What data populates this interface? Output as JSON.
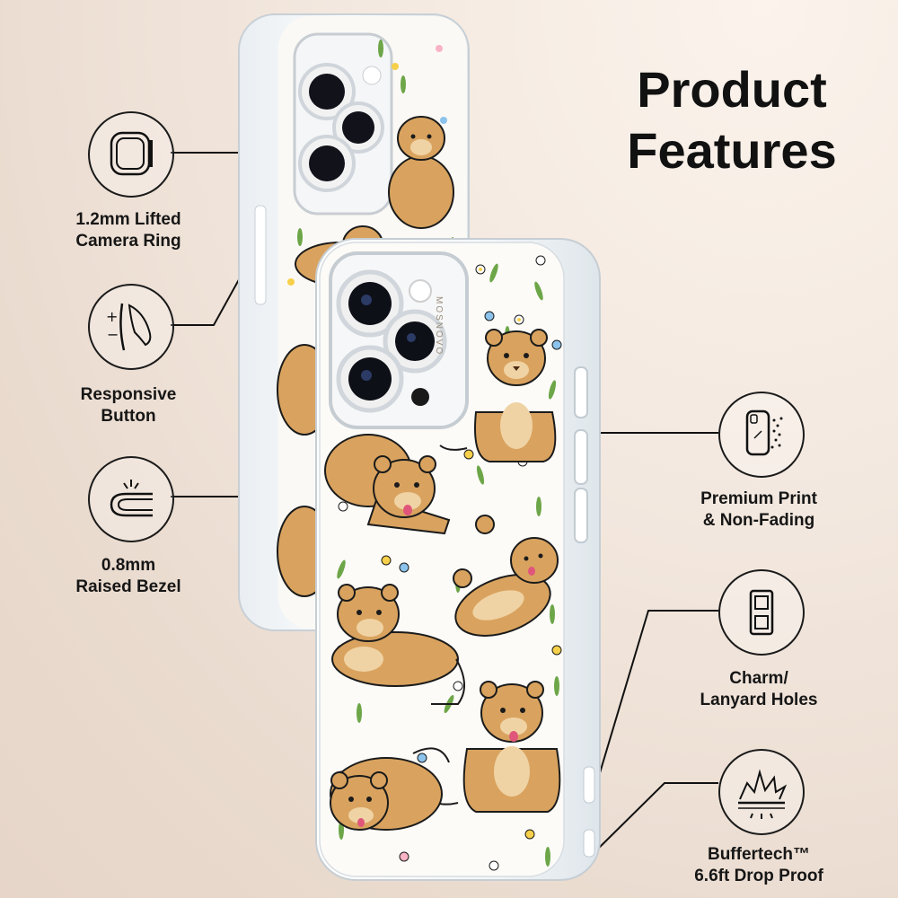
{
  "title": {
    "line1": "Product",
    "line2": "Features"
  },
  "features": [
    {
      "label": "1.2mm Lifted\nCamera Ring",
      "icon": "camera-ring-icon"
    },
    {
      "label": "Responsive\nButton",
      "icon": "button-press-icon"
    },
    {
      "label": "0.8mm\nRaised Bezel",
      "icon": "raised-bezel-icon"
    },
    {
      "label": "Premium Print\n& Non-Fading",
      "icon": "print-spray-icon"
    },
    {
      "label": "Charm/\nLanyard Holes",
      "icon": "lanyard-hole-icon"
    },
    {
      "label": "Buffertech™\n6.6ft Drop Proof",
      "icon": "impact-icon"
    }
  ],
  "brand": {
    "case_logo": "MOSNOVO"
  },
  "colors": {
    "lion": "#d9a35f",
    "lion_light": "#f0d3a4",
    "outline": "#1b1b1b",
    "leaf": "#6da648"
  }
}
